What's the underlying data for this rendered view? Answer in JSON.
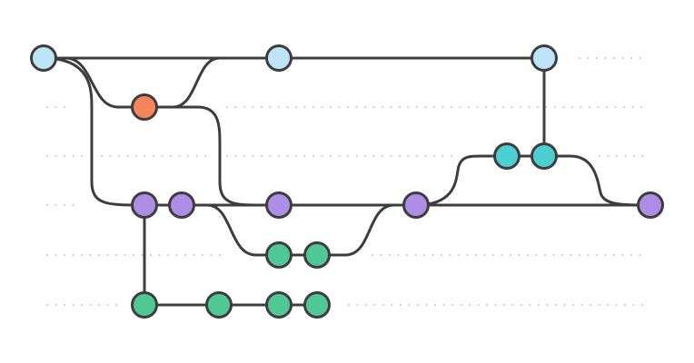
{
  "diagram": {
    "kind": "git-branch-graph",
    "colors": {
      "stroke": "#3d3d3d",
      "lane_dots": "#c4c4c4",
      "background": "#ffffff",
      "main": "#bde4f9",
      "hotfix": "#f6845d",
      "develop": "#ad8de6",
      "feature": "#50c797",
      "release": "#4ccfd1"
    },
    "lanes": [
      {
        "id": "main"
      },
      {
        "id": "hotfix"
      },
      {
        "id": "release"
      },
      {
        "id": "develop"
      },
      {
        "id": "feature-a"
      },
      {
        "id": "feature-b"
      }
    ],
    "commits": [
      {
        "id": "m1",
        "branch": "main"
      },
      {
        "id": "m2",
        "branch": "main"
      },
      {
        "id": "m3",
        "branch": "main"
      },
      {
        "id": "h1",
        "branch": "hotfix"
      },
      {
        "id": "r1",
        "branch": "release"
      },
      {
        "id": "r2",
        "branch": "release"
      },
      {
        "id": "d1",
        "branch": "develop"
      },
      {
        "id": "d2",
        "branch": "develop"
      },
      {
        "id": "d3",
        "branch": "develop"
      },
      {
        "id": "d4",
        "branch": "develop"
      },
      {
        "id": "d5",
        "branch": "develop"
      },
      {
        "id": "fa1",
        "branch": "feature"
      },
      {
        "id": "fa2",
        "branch": "feature"
      },
      {
        "id": "fb1",
        "branch": "feature"
      },
      {
        "id": "fb2",
        "branch": "feature"
      },
      {
        "id": "fb3",
        "branch": "feature"
      },
      {
        "id": "fb4",
        "branch": "feature"
      }
    ]
  }
}
